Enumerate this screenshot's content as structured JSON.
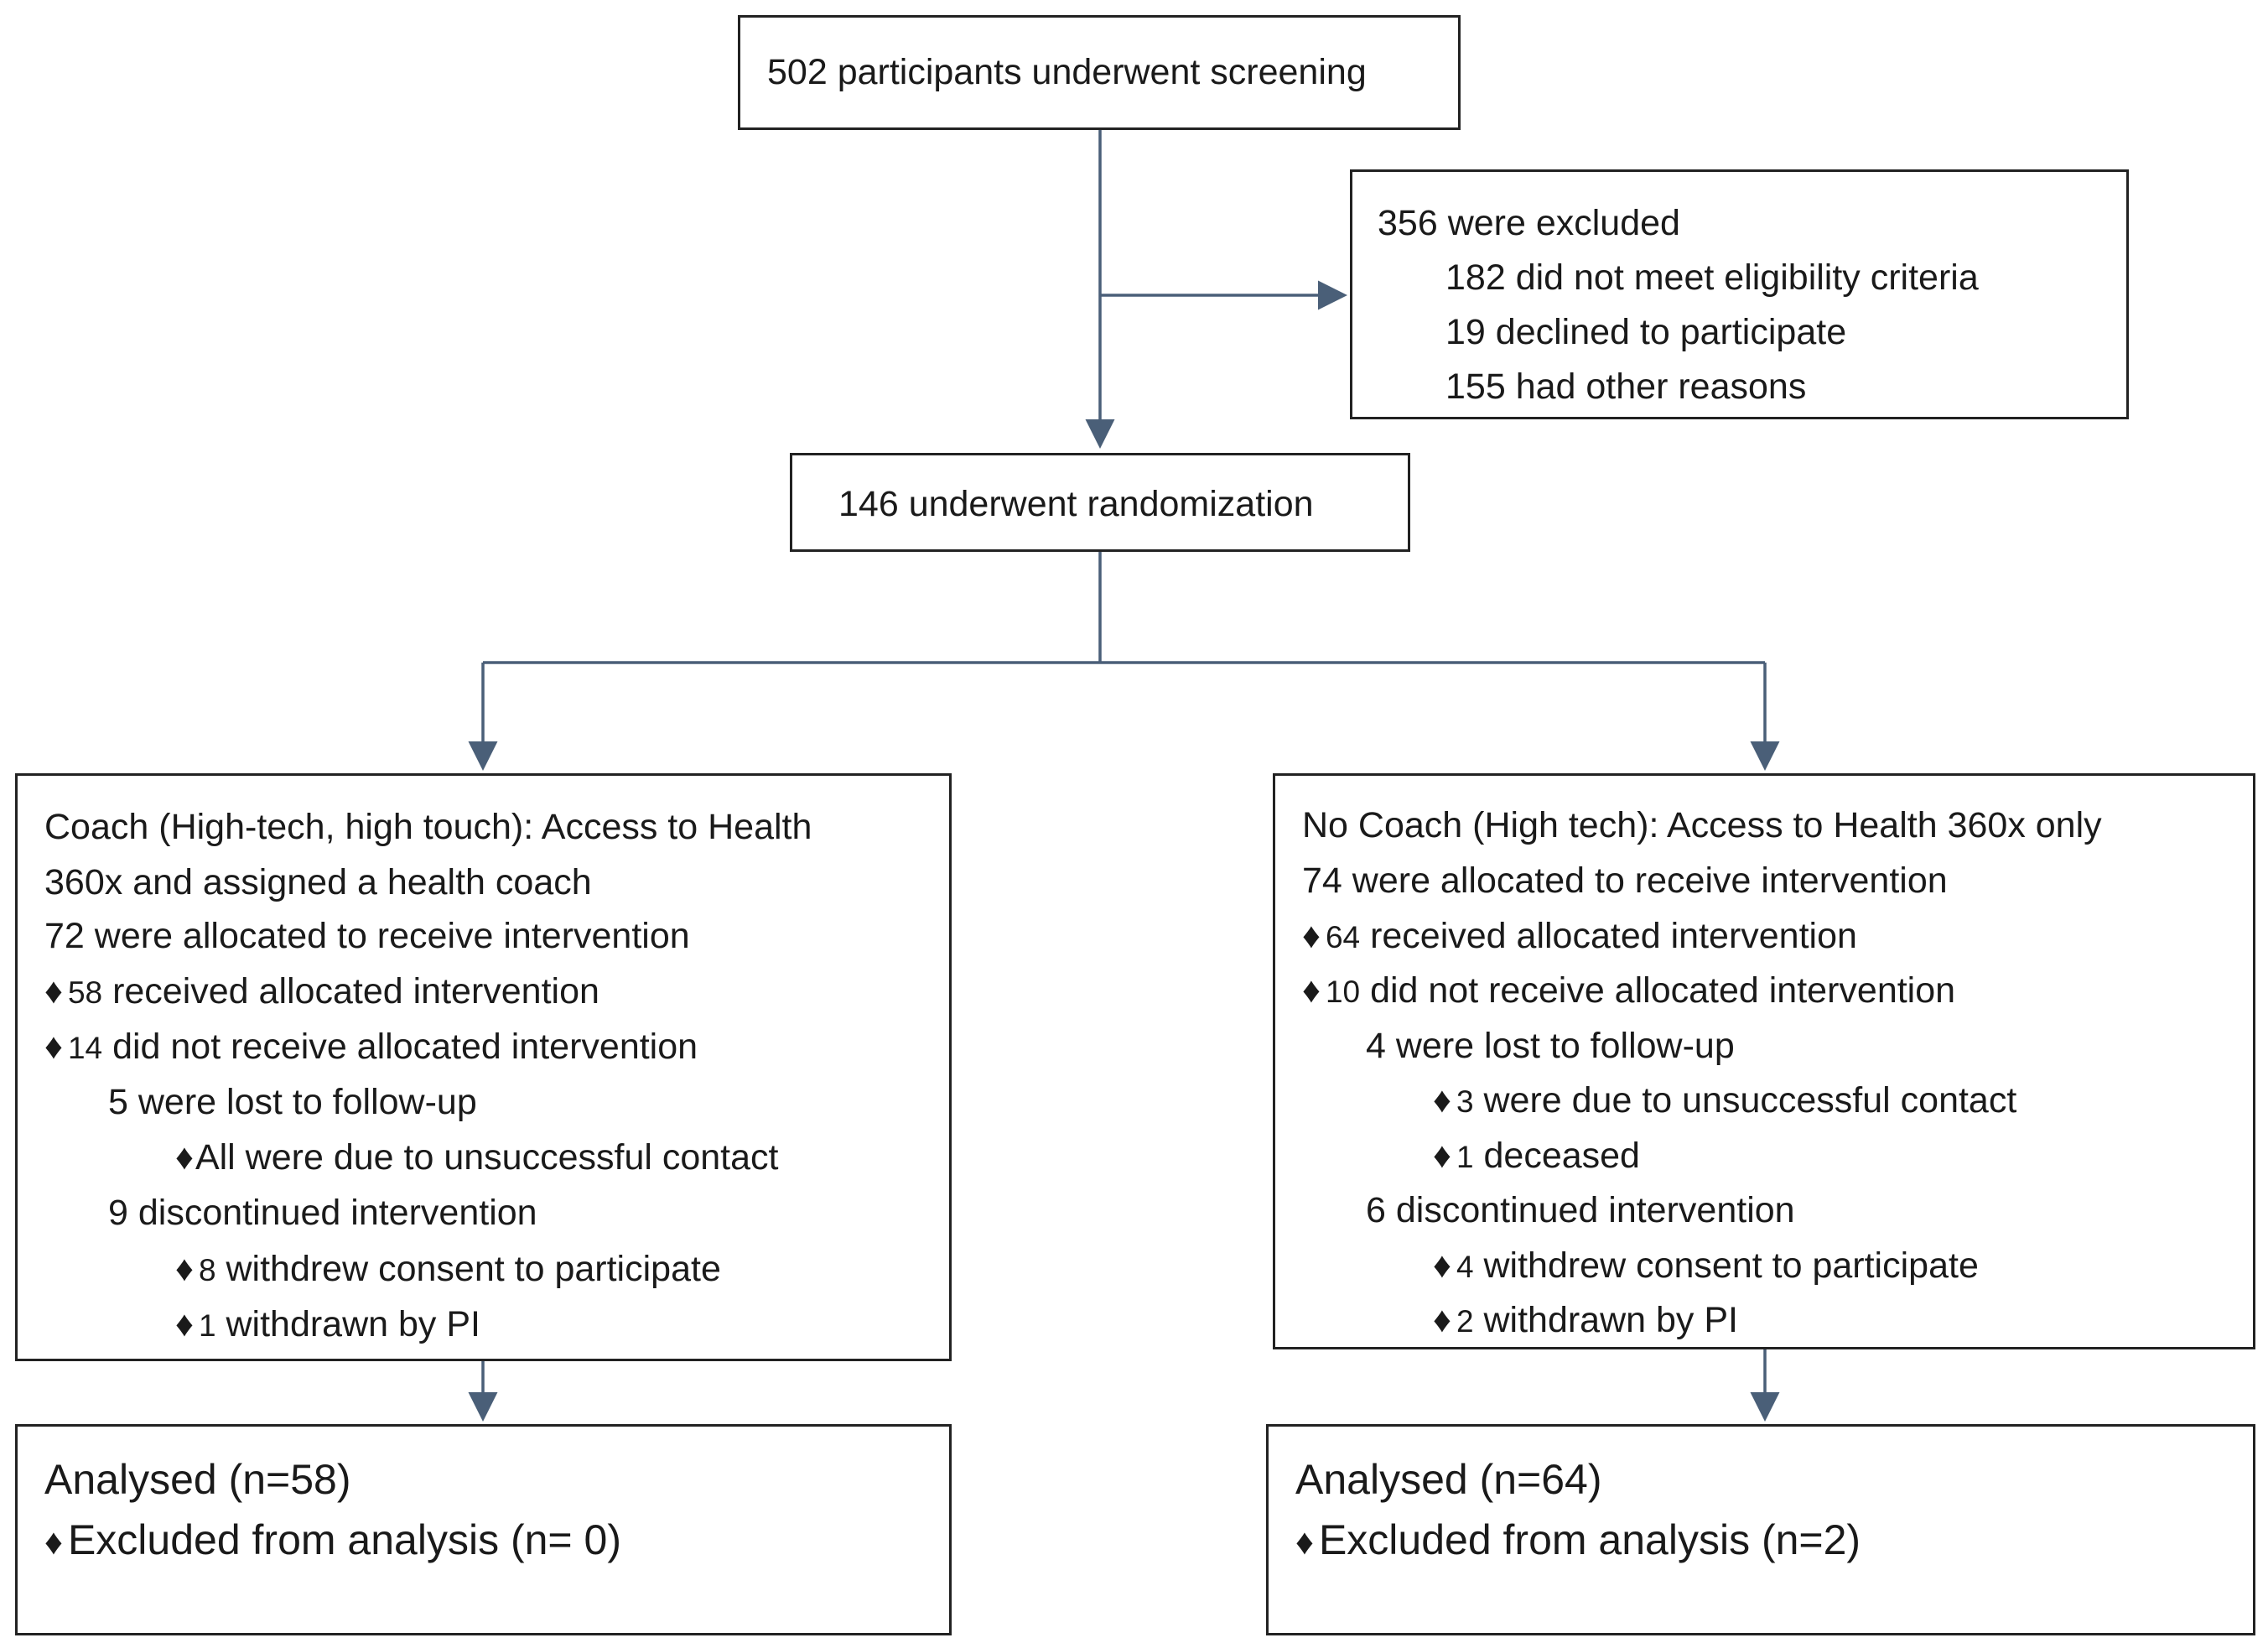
{
  "screening": {
    "text": "502 participants underwent screening"
  },
  "excluded": {
    "title": "356 were excluded",
    "reasons": [
      "182 did not meet eligibility criteria",
      "19 declined to participate",
      "155 had other reasons"
    ]
  },
  "randomization": {
    "text": "146 underwent randomization"
  },
  "coach": {
    "title_line1": "Coach (High-tech, high touch): Access to Health",
    "title_line2": "360x and assigned a health coach",
    "allocated": "72 were allocated to receive intervention",
    "received_num": "58",
    "received_text": "received allocated intervention",
    "not_received_num": "14",
    "not_received_text": "did not receive allocated intervention",
    "lost": "5 were lost to follow-up",
    "lost_detail": "All were due to unsuccessful contact",
    "discontinued": "9 discontinued intervention",
    "withdrew_num": "8",
    "withdrew_text": "withdrew consent to participate",
    "withdrawn_num": "1",
    "withdrawn_text": "withdrawn by PI"
  },
  "nocoach": {
    "title_line1": "No Coach (High tech): Access to Health 360x only",
    "allocated": "74 were allocated to receive intervention",
    "received_num": "64",
    "received_text": "received allocated intervention",
    "not_received_num": "10",
    "not_received_text": "did not receive allocated intervention",
    "lost": "4 were lost to follow-up",
    "lost_detail1_num": "3",
    "lost_detail1_text": "were due to unsuccessful contact",
    "lost_detail2_num": "1",
    "lost_detail2_text": "deceased",
    "discontinued": "6 discontinued intervention",
    "withdrew_num": "4",
    "withdrew_text": "withdrew consent to participate",
    "withdrawn_num": "2",
    "withdrawn_text": "withdrawn by PI"
  },
  "analysis_coach": {
    "analysed": "Analysed  (n=58)",
    "excluded": "Excluded from analysis (n= 0)"
  },
  "analysis_nocoach": {
    "analysed": "Analysed  (n=64)",
    "excluded": "Excluded from analysis  (n=2)"
  },
  "colors": {
    "connector": "#4a5f78",
    "border": "#222222"
  },
  "bullet_glyph": "♦"
}
